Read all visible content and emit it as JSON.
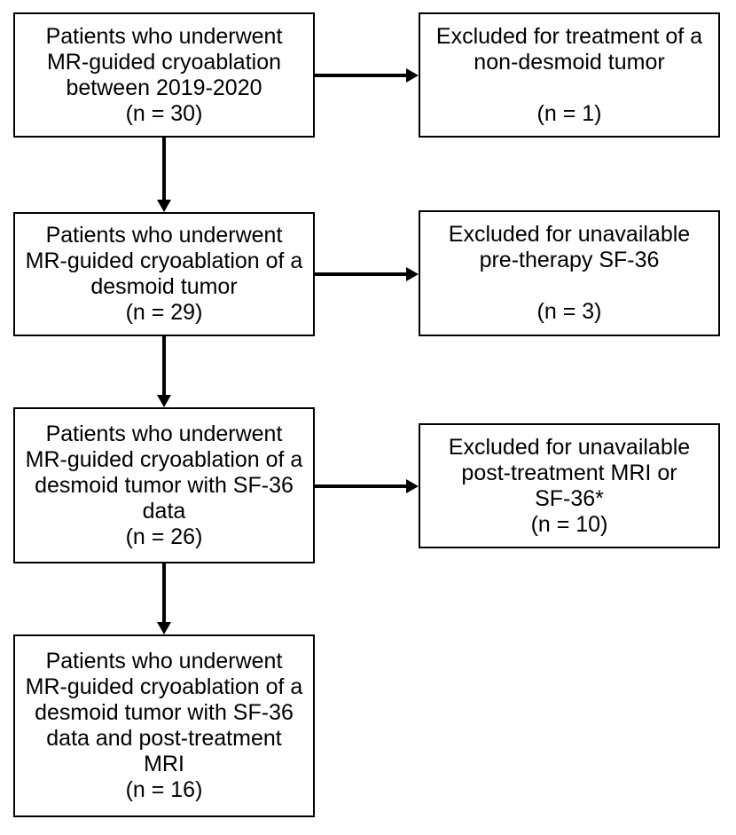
{
  "figure": {
    "type": "patient-flow-diagram",
    "colors": {
      "box_border": "#000000",
      "box_fill": "#ffffff",
      "arrow": "#000000",
      "text": "#000000",
      "page_background": "#ffffff"
    },
    "left_boxes": [
      {
        "label": "initial-cohort",
        "n": 30,
        "lines": [
          "Patients who underwent",
          "MR-guided cryoablation",
          "between 2019-2020",
          "(n = 30)"
        ]
      },
      {
        "label": "desmoid-cohort",
        "n": 29,
        "lines": [
          "Patients who underwent",
          "MR-guided cryoablation of a",
          "desmoid tumor",
          "(n = 29)"
        ]
      },
      {
        "label": "sf36-cohort",
        "n": 26,
        "lines": [
          "Patients who underwent",
          "MR-guided cryoablation of a",
          "desmoid tumor with SF-36",
          "data",
          "(n = 26)"
        ]
      },
      {
        "label": "final-cohort",
        "n": 16,
        "lines": [
          "Patients who underwent",
          "MR-guided cryoablation of a",
          "desmoid tumor with SF-36",
          "data and post-treatment",
          "MRI",
          "(n = 16)"
        ]
      }
    ],
    "right_boxes": [
      {
        "label": "excluded-non-desmoid",
        "n": 1,
        "lines": [
          "Excluded for treatment of a",
          "non-desmoid tumor",
          "",
          "(n = 1)"
        ]
      },
      {
        "label": "excluded-pre-therapy-sf36",
        "n": 3,
        "lines": [
          "Excluded for unavailable",
          "pre-therapy SF-36",
          "",
          "(n = 3)"
        ]
      },
      {
        "label": "excluded-post-treatment",
        "n": 10,
        "lines": [
          "Excluded for unavailable",
          "post-treatment MRI or",
          "SF-36*",
          "(n = 10)"
        ]
      }
    ]
  }
}
